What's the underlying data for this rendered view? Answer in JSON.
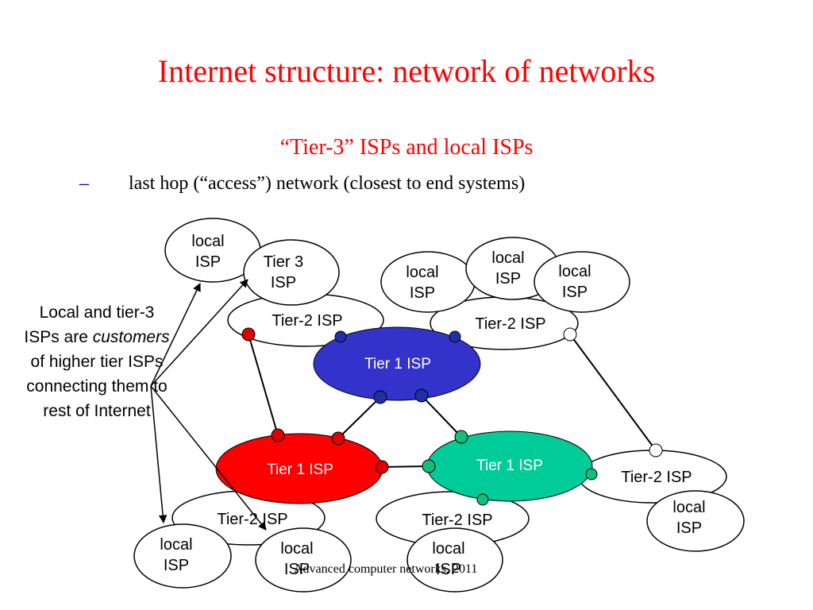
{
  "title": "Internet structure: network of networks",
  "subtitle": "“Tier-3” ISPs and local ISPs",
  "bullet": {
    "dash": "–",
    "text": "last hop (“access”) network (closest to end systems)"
  },
  "side_note": {
    "part1": "Local and tier-3 ISPs are ",
    "emphasis": "customers",
    "part2": " of higher tier ISPs connecting them to rest of Internet"
  },
  "footer": "Advanced computer networks, 2011",
  "colors": {
    "title": "#ff0000",
    "tier1_blue": "#3333cc",
    "tier1_red": "#ff0000",
    "tier1_green": "#00cc99",
    "router_blue": "#1f2fa6",
    "router_red": "#e00000",
    "router_green": "#10c07a",
    "router_white": "#ffffff"
  },
  "nodes": {
    "tier1_top": "Tier 1 ISP",
    "tier1_left": "Tier 1 ISP",
    "tier1_right": "Tier 1 ISP",
    "tier2_top_left": "Tier-2 ISP",
    "tier2_top_right": "Tier-2 ISP",
    "tier2_bottom_left": "Tier-2 ISP",
    "tier2_bottom_mid": "Tier-2 ISP",
    "tier2_right": "Tier-2 ISP",
    "tier3": [
      "Tier 3",
      "ISP"
    ],
    "local": [
      "local",
      "ISP"
    ]
  }
}
